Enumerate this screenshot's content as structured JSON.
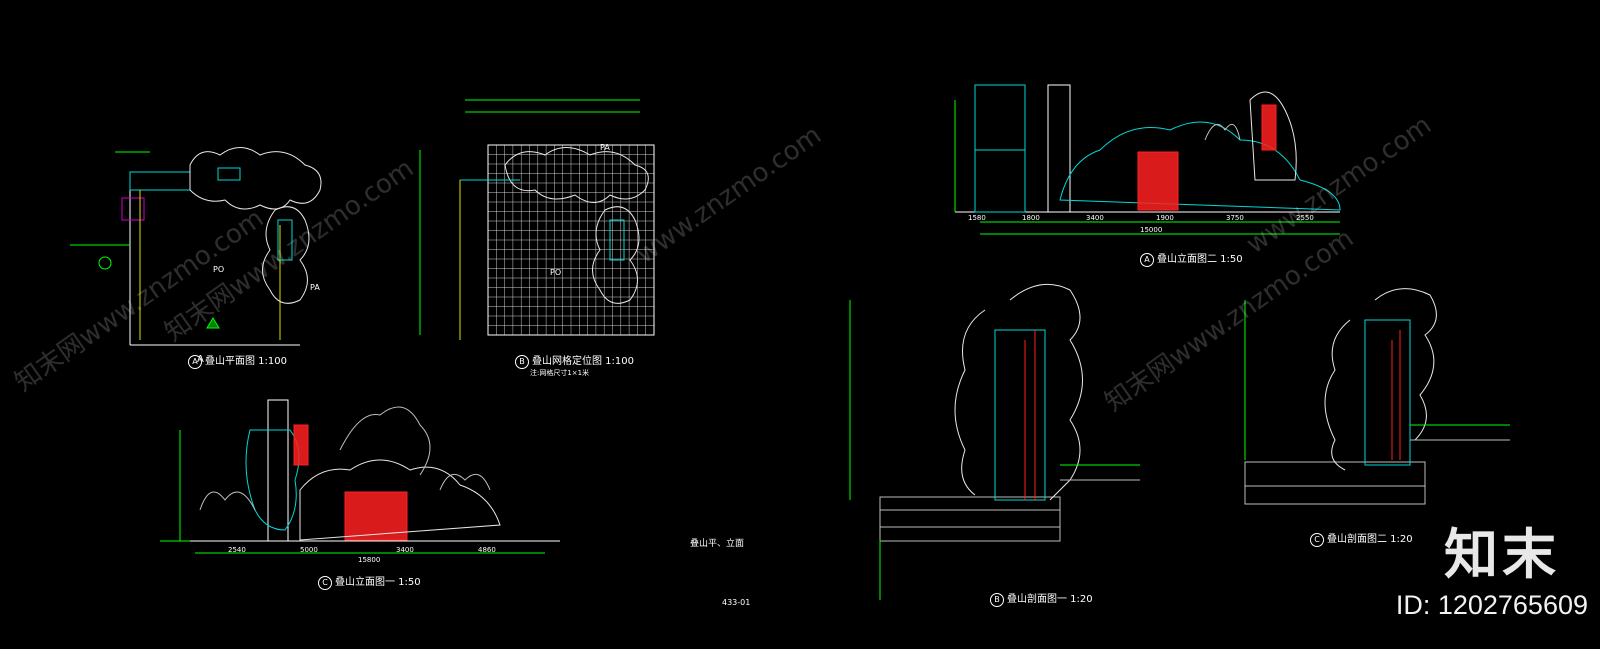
{
  "drawings": {
    "plan": {
      "letter": "A",
      "title": "叠山平面图 1:100"
    },
    "grid": {
      "letter": "B",
      "title": "叠山网格定位图 1:100",
      "note": "注:网格尺寸1×1米"
    },
    "elev1": {
      "letter": "C",
      "title": "叠山立面图一 1:50",
      "dims": [
        "2540",
        "5000",
        "3400",
        "4860"
      ],
      "total": "15800"
    },
    "elev2": {
      "letter": "A",
      "title": "叠山立面图二 1:50",
      "dims": [
        "1580",
        "1800",
        "3400",
        "1900",
        "3750",
        "2550"
      ],
      "total": "15000"
    },
    "sect1": {
      "letter": "B",
      "title": "叠山剖面图一 1:20"
    },
    "sect2": {
      "letter": "C",
      "title": "叠山剖面图二 1:20"
    },
    "sheet": {
      "title": "叠山平、立面",
      "number": "433-01"
    }
  },
  "watermarks": [
    "知末网www.znzmo.com",
    "www.znzmo.com",
    "知末网www.znzmo.com",
    "www.znzmo.com",
    "知末网www.znzmo.com"
  ],
  "brand": "知末",
  "image_id": "ID: 1202765609",
  "colors": {
    "green": "#00ff00",
    "cyan": "#00d8d8",
    "red": "#ff2020",
    "white": "#ffffff",
    "magenta": "#d000d0",
    "yellow": "#e0e000",
    "background": "#000000"
  }
}
